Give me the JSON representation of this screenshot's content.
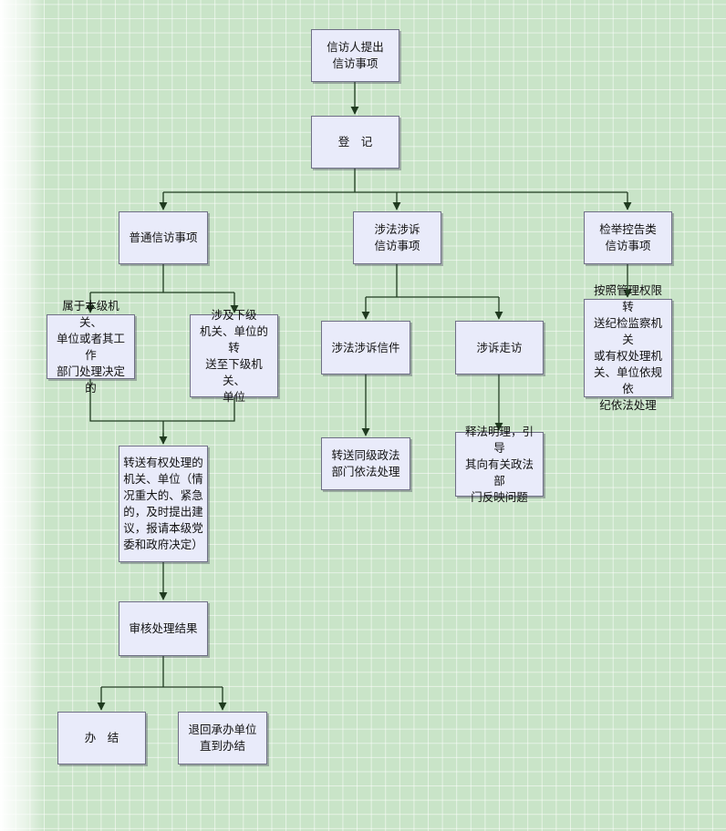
{
  "nodes": {
    "petitioner": "信访人提出\n信访事项",
    "register": "登　记",
    "ordinary": "普通信访事项",
    "legal": "涉法涉诉\n信访事项",
    "report": "检举控告类\n信访事项",
    "own_unit": "属于本级机关、\n单位或者其工作\n部门处理决定的",
    "lower_unit": "涉及下级\n机关、单位的转\n送至下级机关、\n单位",
    "legal_letter": "涉法涉诉信件",
    "legal_visit": "涉诉走访",
    "report_handle": "按照管理权限转\n送纪检监察机关\n或有权处理机\n关、单位依规依\n纪依法处理",
    "transfer_authority": "转送有权处理的\n机关、单位（情\n况重大的、紧急\n的，及时提出建\n议，报请本级党\n委和政府决定）",
    "transfer_political": "转送同级政法\n部门依法处理",
    "explain_law": "释法明理，引导\n其向有关政法部\n门反映问题",
    "review": "审核处理结果",
    "done": "办　结",
    "return": "退回承办单位\n直到办结"
  },
  "colors": {
    "background": "#c9e4c8",
    "node_fill": "#e9ebfa",
    "node_border": "#6f6f86",
    "edge": "#1f3a1f"
  }
}
